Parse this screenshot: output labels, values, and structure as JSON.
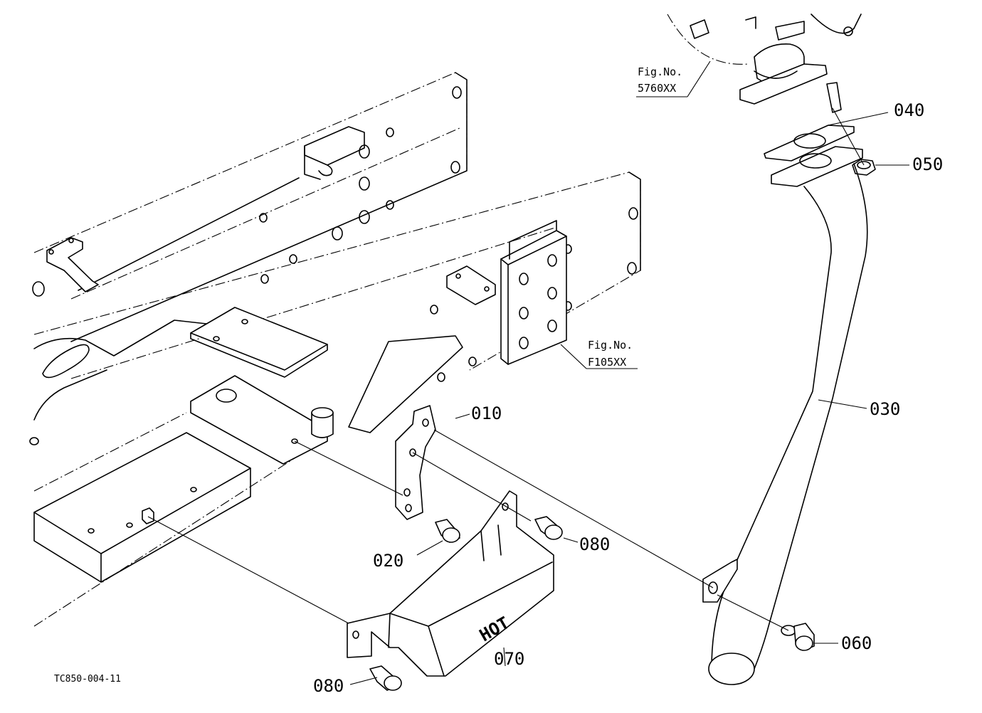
{
  "drawing_code": "TC850-004-11",
  "figure_refs": [
    {
      "id": "fig-top",
      "line1": "Fig.No.",
      "line2": "5760XX"
    },
    {
      "id": "fig-mid",
      "line1": "Fig.No.",
      "line2": "F105XX"
    }
  ],
  "parts": [
    {
      "id": "010",
      "label": "010"
    },
    {
      "id": "020",
      "label": "020"
    },
    {
      "id": "030",
      "label": "030"
    },
    {
      "id": "040",
      "label": "040"
    },
    {
      "id": "050",
      "label": "050"
    },
    {
      "id": "060",
      "label": "060"
    },
    {
      "id": "070",
      "label": "070"
    },
    {
      "id": "080a",
      "label": "080"
    },
    {
      "id": "080b",
      "label": "080"
    }
  ],
  "heat_shield_mark": "HOT"
}
